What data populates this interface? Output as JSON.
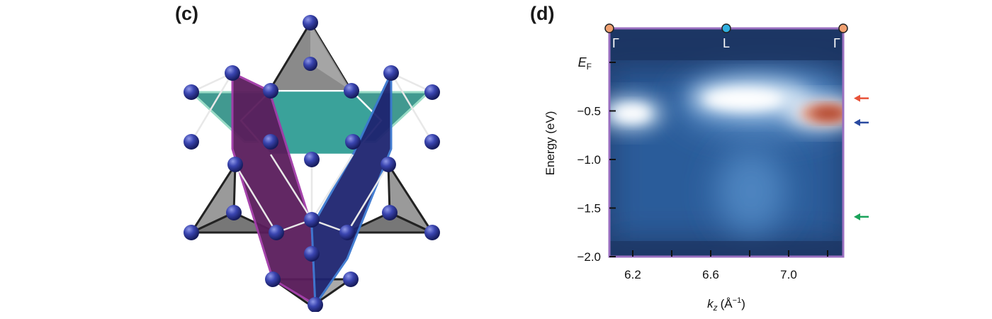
{
  "panels": {
    "c": {
      "label": "(c)"
    },
    "d": {
      "label": "(d)"
    }
  },
  "chart_data": {
    "type": "heatmap",
    "title": "",
    "xlabel_main": "k",
    "xlabel_sub": "z",
    "xlabel_unit": "(Å",
    "xlabel_exp": "−1",
    "xlabel_close": ")",
    "ylabel": "Energy (eV)",
    "xlim": [
      6.08,
      7.28
    ],
    "ylim": [
      -2.0,
      0.35
    ],
    "x_ticks": [
      {
        "value": 6.2,
        "label": "6.2"
      },
      {
        "value": 6.6,
        "label": "6.6"
      },
      {
        "value": 7.0,
        "label": "7.0"
      }
    ],
    "x_minor_ticks": [
      6.4,
      6.8,
      7.2
    ],
    "y_ticks": [
      {
        "value": -0.5,
        "label": "−0.5"
      },
      {
        "value": -1.0,
        "label": "−1.0"
      },
      {
        "value": -1.5,
        "label": "−1.5"
      },
      {
        "value": -2.0,
        "label": "−2.0"
      }
    ],
    "ef_label": {
      "main": "E",
      "sub": "F",
      "value": 0.0
    },
    "high_symmetry_points": [
      {
        "label": "Γ",
        "k": 6.08,
        "marker_color": "#f0a070"
      },
      {
        "label": "L",
        "k": 6.68,
        "marker_color": "#30b0e0"
      },
      {
        "label": "Γ",
        "k": 7.28,
        "marker_color": "#f0a070"
      }
    ],
    "arrows": [
      {
        "energy": -0.37,
        "color": "#e8533a"
      },
      {
        "energy": -0.62,
        "color": "#2a4aa0"
      },
      {
        "energy": -1.59,
        "color": "#1aa35a"
      }
    ],
    "frame_color": "#9a6fc0",
    "colormap": [
      "#1e3a6a",
      "#2f66a8",
      "#8ab6dd",
      "#ffffff",
      "#c0502f"
    ],
    "intensity_features": [
      {
        "k": 6.18,
        "energy": -0.58,
        "level": "high"
      },
      {
        "k": 6.85,
        "energy": -0.45,
        "level": "high"
      },
      {
        "k": 7.18,
        "energy": -0.6,
        "level": "max"
      }
    ]
  }
}
